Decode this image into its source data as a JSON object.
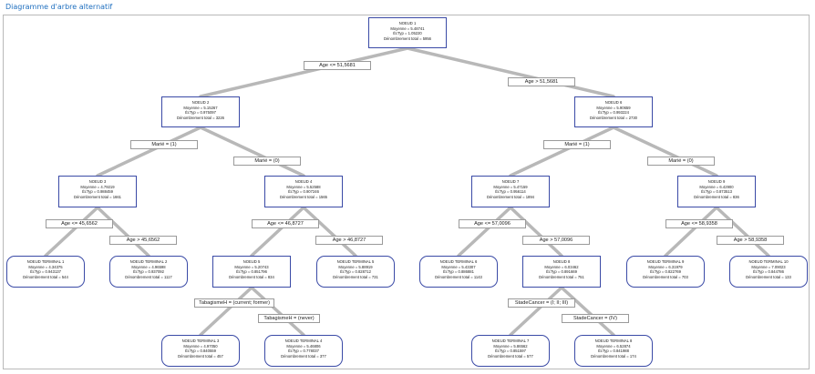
{
  "title": "Diagramme d'arbre alternatif",
  "nodes": {
    "n1": {
      "name": "NOEUD 1",
      "mean": "Moyenne = 5.48741",
      "sd": "ÉcTyp = 1.05220",
      "count": "Dénombrement total = 5956"
    },
    "n2": {
      "name": "NOEUD 2",
      "mean": "Moyenne = 5.15267",
      "sd": "ÉcTyp = 0.975097",
      "count": "Dénombrement total = 3226"
    },
    "n6": {
      "name": "NOEUD 6",
      "mean": "Moyenne = 5.90659",
      "sd": "ÉcTyp = 0.993224",
      "count": "Dénombrement total = 2730"
    },
    "n3": {
      "name": "NOEUD 3",
      "mean": "Moyenne = 4.79219",
      "sd": "ÉcTyp = 0.988459",
      "count": "Dénombrement total = 1661"
    },
    "n4": {
      "name": "NOEUD 4",
      "mean": "Moyenne = 5.52588",
      "sd": "ÉcTyp = 0.907246",
      "count": "Dénombrement total = 1565"
    },
    "n7": {
      "name": "NOEUD 7",
      "mean": "Moyenne = 5.47159",
      "sd": "ÉcTyp = 0.956114",
      "count": "Dénombrement total = 1894"
    },
    "n9": {
      "name": "NOEUD 9",
      "mean": "Moyenne = 6.42900",
      "sd": "ÉcTyp = 0.873513",
      "count": "Dénombrement total = 836"
    },
    "t1": {
      "name": "NOEUD TERMINAL 1",
      "mean": "Moyenne = 4.34375",
      "sd": "ÉcTyp = 0.943137",
      "count": "Dénombrement total = 544"
    },
    "t2": {
      "name": "NOEUD TERMINAL 2",
      "mean": "Moyenne = 4.96598",
      "sd": "ÉcTyp = 0.937092",
      "count": "Dénombrement total = 1117"
    },
    "n5": {
      "name": "NOEUD 5",
      "mean": "Moyenne = 5.20743",
      "sd": "ÉcTyp = 0.851796",
      "count": "Dénombrement total = 834"
    },
    "t5": {
      "name": "NOEUD TERMINAL 5",
      "mean": "Moyenne = 5.88919",
      "sd": "ÉcTyp = 0.828712",
      "count": "Dénombrement total = 731"
    },
    "t6": {
      "name": "NOEUD TERMINAL 6",
      "mean": "Moyenne = 5.43307",
      "sd": "ÉcTyp = 0.886881",
      "count": "Dénombrement total = 1143"
    },
    "n8": {
      "name": "NOEUD 8",
      "mean": "Moyenne = 6.03462",
      "sd": "ÉcTyp = 0.891669",
      "count": "Dénombrement total = 751"
    },
    "t9": {
      "name": "NOEUD TERMINAL 9",
      "mean": "Moyenne = 6.31979",
      "sd": "ÉcTyp = 0.822769",
      "count": "Dénombrement total = 703"
    },
    "t10": {
      "name": "NOEUD TERMINAL 10",
      "mean": "Moyenne = 7.09023",
      "sd": "ÉcTyp = 0.844786",
      "count": "Dénombrement total = 133"
    },
    "t3": {
      "name": "NOEUD TERMINAL 3",
      "mean": "Moyenne = 4.97050",
      "sd": "ÉcTyp = 0.840559",
      "count": "Dénombrement total = 457"
    },
    "t4": {
      "name": "NOEUD TERMINAL 4",
      "mean": "Moyenne = 5.46806",
      "sd": "ÉcTyp = 0.778037",
      "count": "Dénombrement total = 377"
    },
    "t7": {
      "name": "NOEUD TERMINAL 7",
      "mean": "Moyenne = 5.86562",
      "sd": "ÉcTyp = 0.851597",
      "count": "Dénombrement total = 577"
    },
    "t8": {
      "name": "NOEUD TERMINAL 8",
      "mean": "Moyenne = 6.52874",
      "sd": "ÉcTyp = 0.841988",
      "count": "Dénombrement total = 174"
    }
  },
  "splits": {
    "s1l": "Age <= 51,5681",
    "s1r": "Age > 51,5681",
    "s2l": "Marié = (1)",
    "s2r": "Marié = (0)",
    "s6l": "Marié = (1)",
    "s6r": "Marié = (0)",
    "s3l": "Age <= 45,6562",
    "s3r": "Age > 45,6562",
    "s4l": "Age <= 46,8727",
    "s4r": "Age > 46,8727",
    "s7l": "Age <= 57,0096",
    "s7r": "Age > 57,0096",
    "s9l": "Age <= 58,9358",
    "s9r": "Age > 58,9358",
    "s5l": "TabagismeH = (current; former)",
    "s5r": "TabagismeH = (never)",
    "s8l": "StadeCancer = (I; II; III)",
    "s8r": "StadeCancer = (IV)"
  },
  "colors": {
    "node_border": "#3a4aa6",
    "connector": "#b8b8b8",
    "title": "#1f6fbf"
  }
}
